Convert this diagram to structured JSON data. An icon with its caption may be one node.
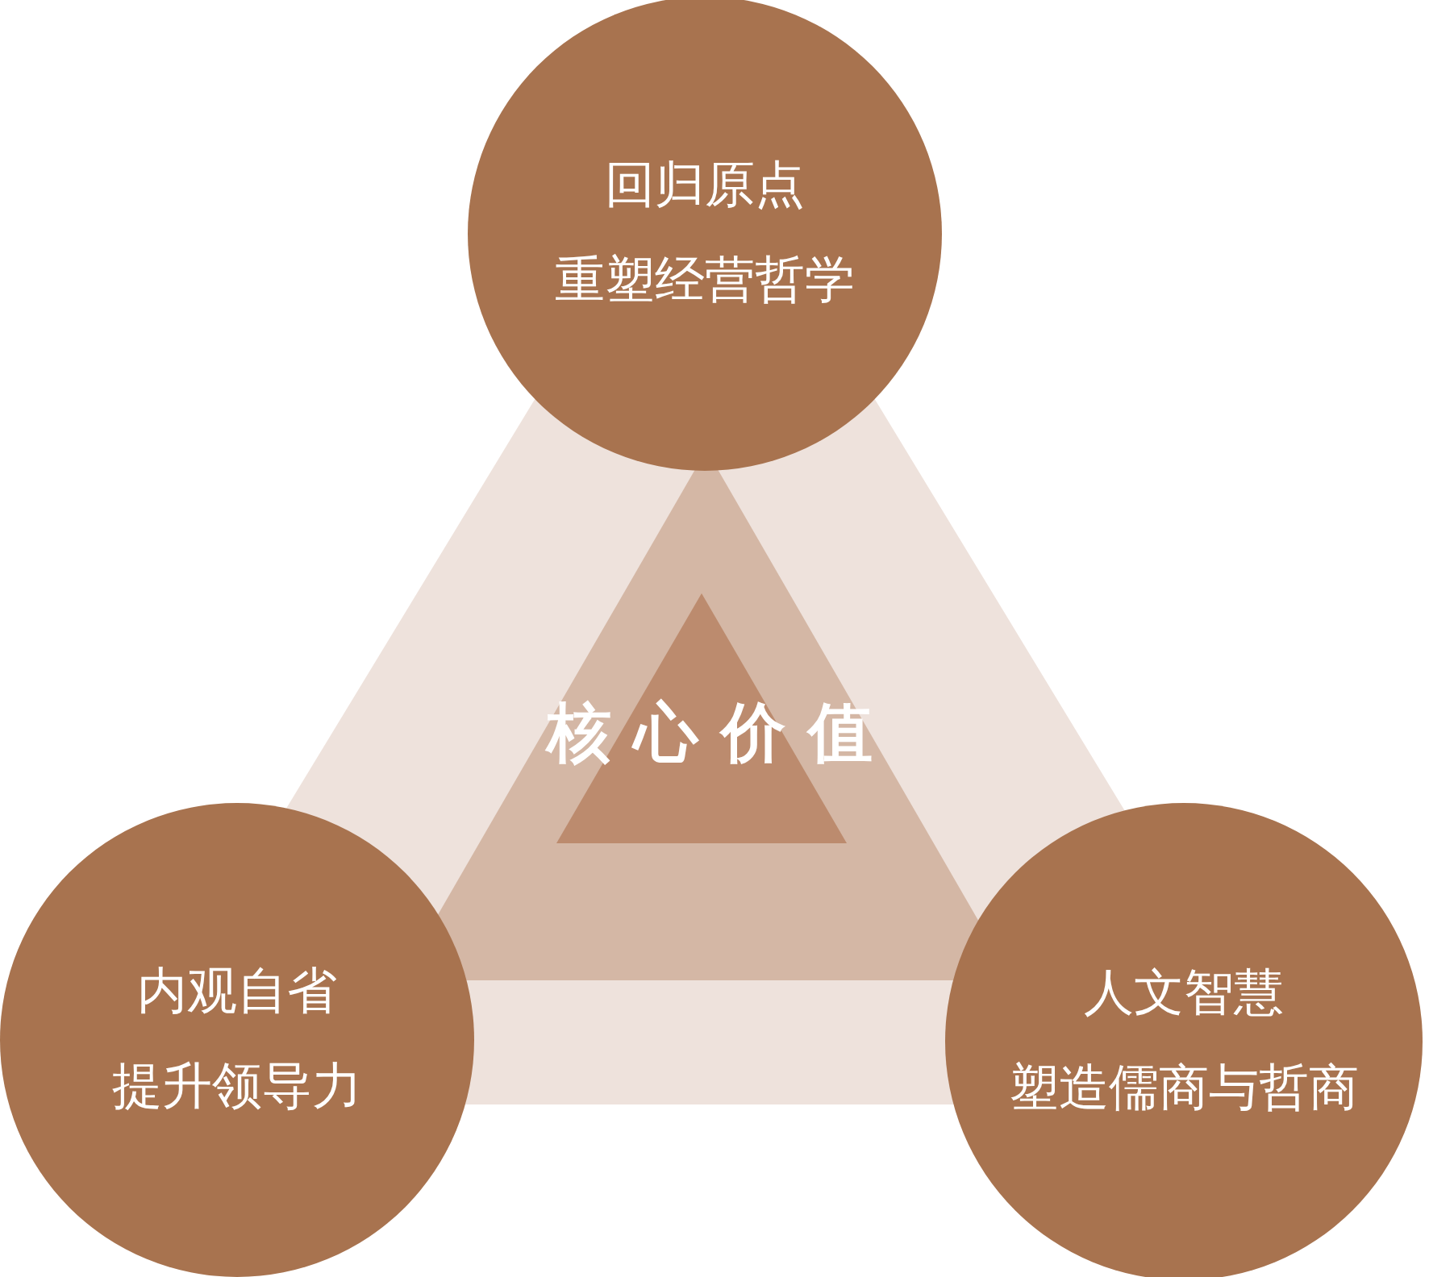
{
  "diagram": {
    "nodes": [
      {
        "text": [
          "回归原点",
          "重塑经营哲学"
        ]
      },
      {
        "text": [
          "内观自省",
          "提升领导力"
        ]
      },
      {
        "text": [
          "人文智慧",
          "塑造儒商与哲商"
        ]
      },
      {
        "text": [
          "核心价值"
        ]
      }
    ]
  }
}
